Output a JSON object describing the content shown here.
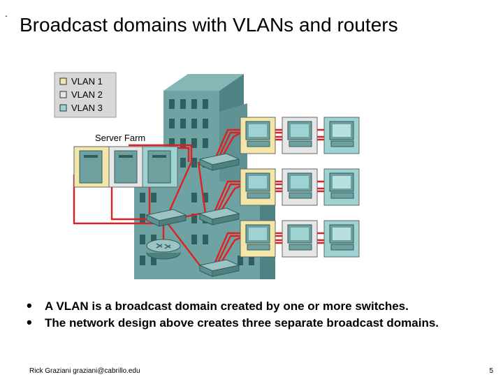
{
  "slide": {
    "title": "Broadcast domains with VLANs and routers",
    "corner_mark": ".",
    "bullets": [
      "A VLAN is a broadcast domain created by one or more switches.",
      "The network design above creates three separate broadcast domains."
    ],
    "footer": "Rick Graziani  graziani@cabrillo.edu",
    "page_number": "5"
  },
  "diagram": {
    "legend": [
      {
        "label": "VLAN 1",
        "color": "#f2e6a8"
      },
      {
        "label": "VLAN 2",
        "color": "#e6e6e6"
      },
      {
        "label": "VLAN 3",
        "color": "#9fd2d2"
      }
    ],
    "server_farm_label": "Server Farm",
    "colors": {
      "building": "#6fa3a3",
      "building_dark": "#4f8383",
      "link": "#e02020",
      "server": "#6f9f9f",
      "workstation_bg": "#f4f4f4"
    }
  }
}
